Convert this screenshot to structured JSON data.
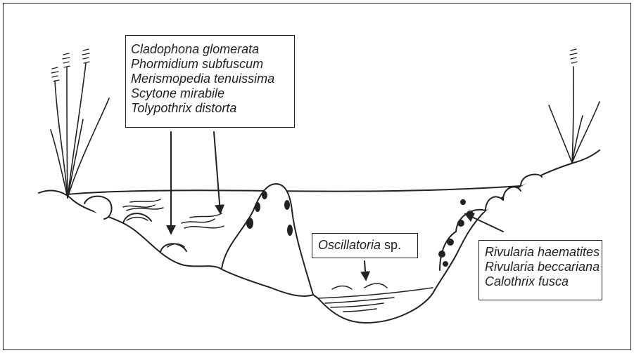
{
  "labels": {
    "upper_left_group": [
      "Cladophona glomerata",
      "Phormidium subfuscum",
      "Merismopedia tenuissima",
      "Scytone mirabile",
      "Tolypothrix distorta"
    ],
    "bottom_group": {
      "genus": "Oscillatoria",
      "suffix": " sp."
    },
    "right_bank_group": [
      "Rivularia haematites",
      "Rivularia beccariana",
      "Calothrix fusca"
    ]
  }
}
